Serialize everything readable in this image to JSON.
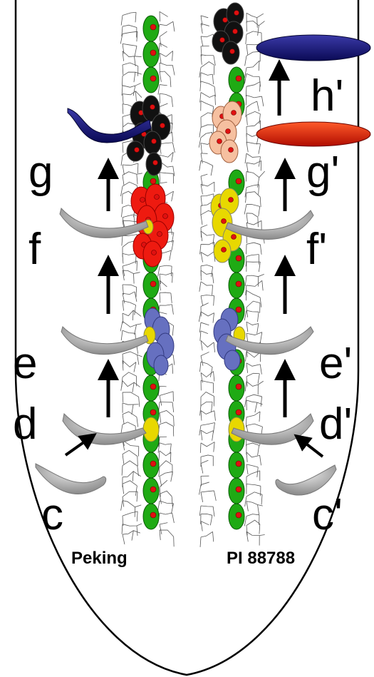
{
  "left_panel": {
    "strain": "Peking",
    "stages": [
      "c",
      "d",
      "e",
      "f",
      "g"
    ]
  },
  "right_panel": {
    "strain": "PI 88788",
    "stages": [
      "c'",
      "d'",
      "e'",
      "f'",
      "g'",
      "h'"
    ]
  },
  "colors": {
    "healthy_cell": "#1faa14",
    "nucleus": "#e01010",
    "yellow_cell": "#e8d800",
    "blue_cell": "#6670c0",
    "red_cell": "#ee1a10",
    "peach_cell": "#f6c0a0",
    "dead_cell": "#111111",
    "nematode_gray": "#a8a8a8",
    "nematode_navy": "#15127a",
    "nematode_red": "#d81608"
  }
}
